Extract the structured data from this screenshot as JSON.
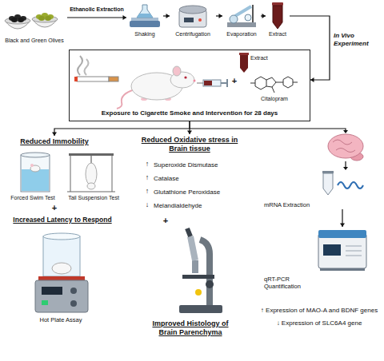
{
  "diagram": {
    "nodes": [
      {
        "text": [
          "Black and Green Olives"
        ]
      },
      {
        "text": [
          "Shaking"
        ]
      },
      {
        "text": [
          "Centrifugation"
        ]
      },
      {
        "text": [
          "Evaporation"
        ]
      },
      {
        "text": [
          "Extract"
        ]
      },
      {
        "text": [
          "Exposure to Cigarette Smoke and Intervention for 28 days"
        ]
      },
      {
        "text": [
          "Reduced Immobility"
        ]
      },
      {
        "text": [
          "Reduced Oxidative stress in Brain tissue"
        ]
      },
      {
        "text": [
          "mRNA Extraction"
        ]
      },
      {
        "text": [
          "qRT-PCR Quantification"
        ]
      }
    ],
    "edges": [
      {
        "from": 0,
        "to": 1,
        "arrow": "to",
        "label": "Ethanolic Extraction"
      },
      {
        "from": 1,
        "to": 2,
        "arrow": "to"
      },
      {
        "from": 2,
        "to": 3,
        "arrow": "to"
      },
      {
        "from": 3,
        "to": 4,
        "arrow": "to"
      },
      {
        "from": 4,
        "to": 5,
        "arrow": "to",
        "label": "In Vivo Experiment"
      },
      {
        "from": 5,
        "to": 6,
        "arrow": "to"
      },
      {
        "from": 5,
        "to": 7,
        "arrow": "to"
      },
      {
        "from": 8,
        "to": 9,
        "arrow": "to"
      }
    ],
    "labels": [
      "Extract",
      "+",
      "Citalopram",
      "Forced Swim Test",
      "Tail Suspension Test",
      "+",
      "Increased Latency to Respond",
      "Hot Plate Assay",
      "↑",
      "Superoxide Dismutase",
      "↑",
      "Catalase",
      "↑",
      "Glutathione Peroxidase",
      "↓",
      "Melandialdehyde",
      "+",
      "Improved Histology of Brain Parenchyma",
      "↑ Expression of MAO-A and BDNF genes",
      "↓ Expression of SLC6A4 gene"
    ]
  }
}
